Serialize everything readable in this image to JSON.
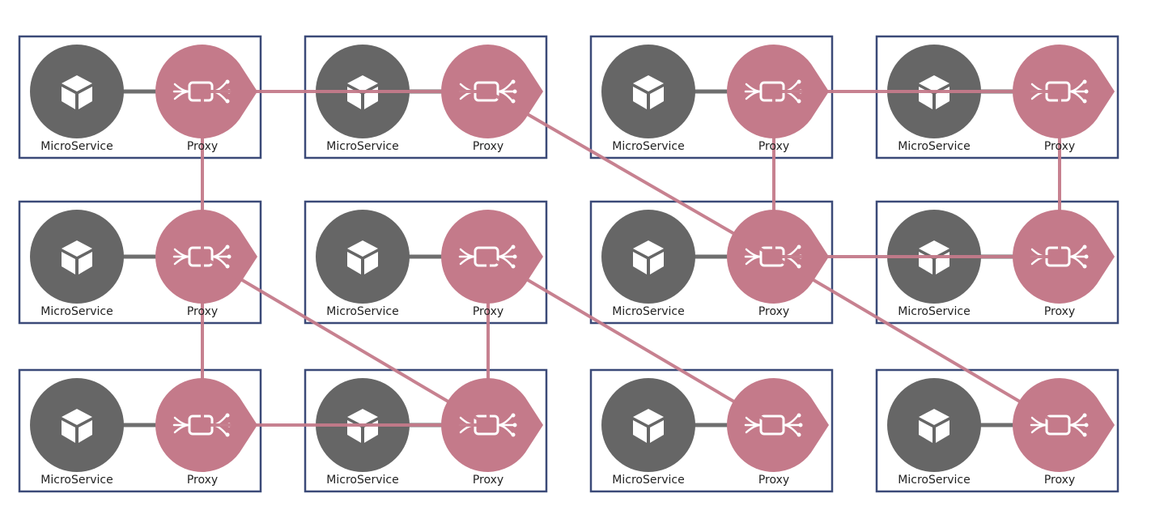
{
  "labels": {
    "service": "MicroService",
    "proxy": "Proxy"
  },
  "colors": {
    "box_border": "#3b4a78",
    "service": "#666666",
    "proxy": "#c47a8a",
    "link": "#c47a8a",
    "local_link": "#6e6e6e",
    "icon": "#ffffff"
  },
  "icons": {
    "service": "cube-icon",
    "proxy": "proxy-routing-icon"
  },
  "grid": {
    "rows": 3,
    "cols": 4
  },
  "nodes": [
    {
      "id": "n00",
      "row": 0,
      "col": 0
    },
    {
      "id": "n01",
      "row": 0,
      "col": 1
    },
    {
      "id": "n02",
      "row": 0,
      "col": 2
    },
    {
      "id": "n03",
      "row": 0,
      "col": 3
    },
    {
      "id": "n10",
      "row": 1,
      "col": 0
    },
    {
      "id": "n11",
      "row": 1,
      "col": 1
    },
    {
      "id": "n12",
      "row": 1,
      "col": 2
    },
    {
      "id": "n13",
      "row": 1,
      "col": 3
    },
    {
      "id": "n20",
      "row": 2,
      "col": 0
    },
    {
      "id": "n21",
      "row": 2,
      "col": 1
    },
    {
      "id": "n22",
      "row": 2,
      "col": 2
    },
    {
      "id": "n23",
      "row": 2,
      "col": 3
    }
  ],
  "links": [
    [
      "n00",
      "n01"
    ],
    [
      "n00",
      "n10"
    ],
    [
      "n01",
      "n12"
    ],
    [
      "n02",
      "n03"
    ],
    [
      "n02",
      "n12"
    ],
    [
      "n03",
      "n13"
    ],
    [
      "n10",
      "n20"
    ],
    [
      "n10",
      "n21"
    ],
    [
      "n11",
      "n21"
    ],
    [
      "n11",
      "n22"
    ],
    [
      "n12",
      "n13"
    ],
    [
      "n12",
      "n23"
    ],
    [
      "n20",
      "n21"
    ]
  ]
}
